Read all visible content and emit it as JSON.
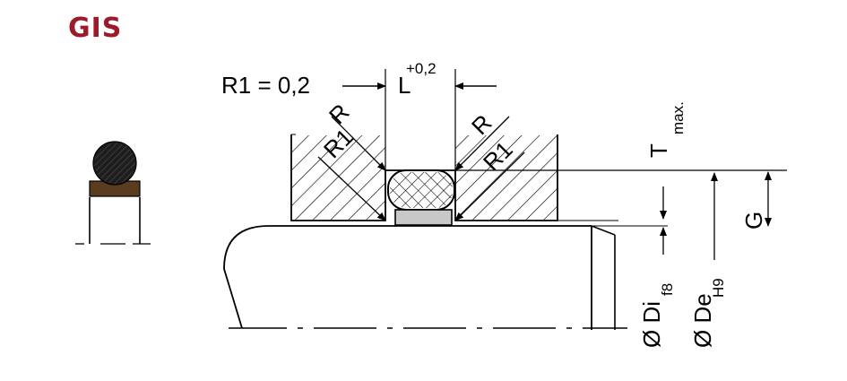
{
  "brand": {
    "name": "GIS",
    "color": "#9b1b2a"
  },
  "labels": {
    "r1_value": "R1 = 0,2",
    "groove_width": "L",
    "groove_tolerance": "+0,2",
    "radius_left": "R",
    "radius_right": "R",
    "radius_r1_left": "R1",
    "radius_r1_right": "R1",
    "t_symbol": "T",
    "t_suffix": "max.",
    "gap": "G",
    "di_symbol": "Ø Di",
    "di_fit": "f8",
    "de_symbol": "Ø De",
    "de_fit": "H9"
  },
  "colors": {
    "line": "#000000",
    "oring": "#1e1e1e",
    "ring_body": "#5a3c1e",
    "ring_face": "#c8c8c8"
  }
}
